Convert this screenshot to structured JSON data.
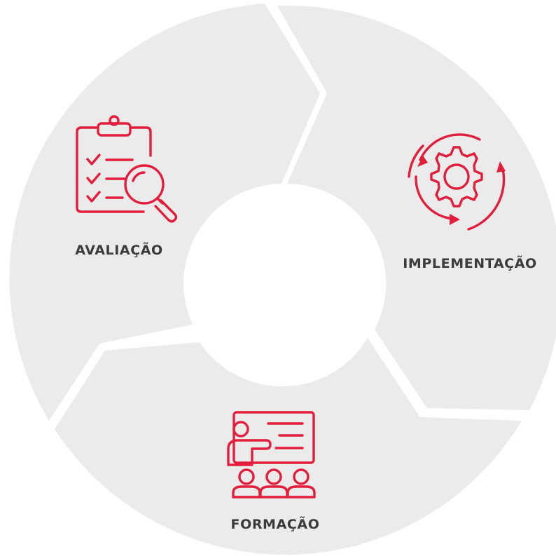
{
  "diagram": {
    "stages": [
      {
        "id": "avaliacao",
        "label": "AVALIAÇÃO",
        "icon": "clipboard-checklist-magnifier-icon"
      },
      {
        "id": "implementacao",
        "label": "IMPLEMENTAÇÃO",
        "icon": "gear-cycle-arrows-icon"
      },
      {
        "id": "formacao",
        "label": "FORMAÇÃO",
        "icon": "presenter-audience-icon"
      }
    ],
    "colors": {
      "segment": "#ebebeb",
      "accent": "#e31e3c",
      "label": "#3b3b3b",
      "background": "#ffffff"
    }
  }
}
